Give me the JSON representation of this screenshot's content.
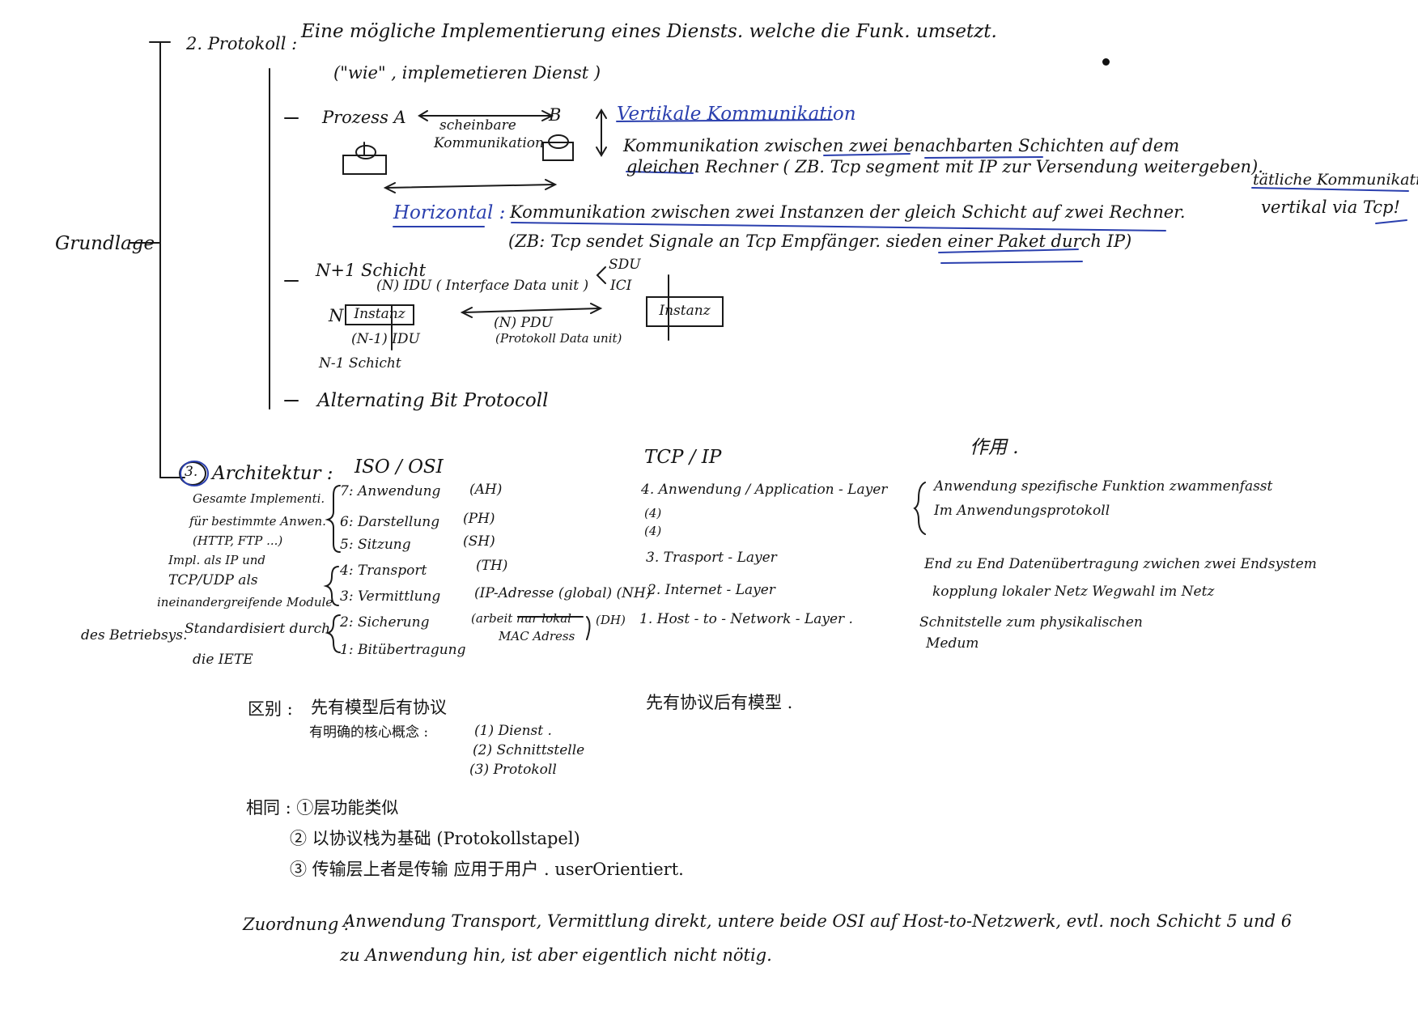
{
  "root": {
    "label": "Grundlage"
  },
  "protokoll": {
    "heading": "2. Protokoll :",
    "definition": "Eine mögliche Implementierung eines Diensts. welche die Funk. umsetzt.",
    "definition2": "(\"wie\" , implemetieren  Dienst )",
    "prozess_a": "Prozess A",
    "prozess_b": "B",
    "scheinbare": "scheinbare",
    "kommunikation": "Kommunikation",
    "vertikal_title": "Vertikale Kommunikation",
    "vertikal_text1": "Kommunikation zwischen zwei benachbarten Schichten auf dem",
    "vertikal_text2": "gleichen Rechner ( ZB. Tcp segment mit IP zur Versendung weitergeben).",
    "taetliche": "tätliche Kommunikation",
    "vertikal_via": "vertikal via Tcp!",
    "horizontal_title": "Horizontal :",
    "horizontal_text": "Kommunikation zwischen zwei Instanzen der gleich Schicht auf zwei Rechner.",
    "horizontal_example": "(ZB: Tcp sendet Signale an Tcp Empfänger. sieden einer Paket durch IP)",
    "n1_schicht": "N+1 Schicht",
    "idu": "(N) IDU ( Interface Data unit )",
    "sdu": "SDU",
    "ici": "ICI",
    "n_label": "N",
    "instanz": "Instanz",
    "n1_idu": "(N-1)  IDU",
    "n_minus_1": "N-1  Schicht",
    "pdu": "(N) PDU",
    "pdu_full": "(Protokoll Data unit)",
    "alternating": "Alternating Bit Protocoll"
  },
  "architektur": {
    "heading": "Architektur :",
    "number": "3.",
    "iso_title": "ISO / OSI",
    "tcpip_title": "TCP / IP",
    "zuoyong": "作用 .",
    "left_notes": [
      "Gesamte Implementi.",
      "für bestimmte Anwen.",
      "(HTTP, FTP ...)",
      "Impl. als IP und",
      "TCP/UDP als",
      "ineinandergreifende Module",
      "des Betriebsys.",
      "Standardisiert durch",
      "die IETE"
    ],
    "osi_layers": [
      {
        "name": "7:  Anwendung",
        "abbr": "(AH)"
      },
      {
        "name": "6:  Darstellung",
        "abbr": "(PH)"
      },
      {
        "name": "5:  Sitzung",
        "abbr": "(SH)"
      },
      {
        "name": "4:  Transport",
        "abbr": "(TH)"
      },
      {
        "name": "3:  Vermittlung",
        "abbr": "(IP-Adresse (global) (NH)"
      },
      {
        "name": "2:  Sicherung",
        "abbr": "(arbeit nur lokal"
      },
      {
        "name": "1:  Bitübertragung",
        "abbr": ""
      }
    ],
    "mac_adress": "MAC Adress",
    "dh_label": "(DH)",
    "tcp_layers": [
      "4. Anwendung / Application - Layer",
      "(4)",
      "(4)",
      "3.  Trasport - Layer",
      "2.  Internet - Layer",
      "1. Host - to - Network - Layer ."
    ],
    "functions": [
      "Anwendung spezifische Funktion zwammenfasst",
      "Im Anwendungsprotokoll",
      "End zu End Datenübertragung zwichen zwei Endsystem",
      "kopplung lokaler Netz Wegwahl im Netz",
      "Schnitstelle zum physikalischen",
      "Medum"
    ]
  },
  "vergleich": {
    "qubie": "区别 :",
    "osi_first": "先有模型后有协议",
    "tcp_first": "先有协议后有模型 .",
    "mingque": "有明确的核心概念 :",
    "konzepte": [
      "(1) Dienst .",
      "(2) Schnittstelle",
      "(3) Protokoll"
    ],
    "xiangtong": "相同 : ①层功能类似",
    "same2": "② 以协议栈为基础 (Protokollstapel)",
    "same3": "③ 传输层上者是传输 应用于用户 . userOrientiert."
  },
  "zuordnung": {
    "label": "Zuordnung :",
    "line1": "Anwendung Transport, Vermittlung direkt, untere beide OSI auf Host-to-Netzwerk, evtl. noch Schicht 5 und 6",
    "line2": "zu Anwendung hin, ist aber eigentlich nicht nötig."
  }
}
